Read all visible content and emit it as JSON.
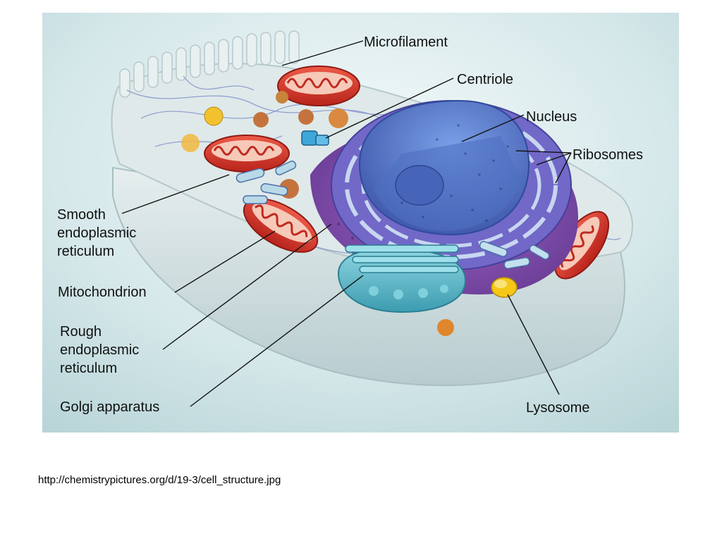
{
  "labels": {
    "microfilament": "Microfilament",
    "centriole": "Centriole",
    "nucleus": "Nucleus",
    "ribosomes": "Ribosomes",
    "smooth_er": [
      "Smooth",
      "endoplasmic",
      "reticulum"
    ],
    "mitochondrion": "Mitochondrion",
    "rough_er": [
      "Rough",
      "endoplasmic",
      "reticulum"
    ],
    "golgi": "Golgi apparatus",
    "lysosome": "Lysosome"
  },
  "caption": "http://chemistrypictures.org/d/19-3/cell_structure.jpg",
  "colors": {
    "background": "#cfe4e6",
    "cytoplasm": "#dbe7e8",
    "membrane": "#c7d6d8",
    "nucleus": "#5b78c8",
    "nuclear_envelope": "#6a64c4",
    "mitochondrion": "#d8362c",
    "golgi": "#5fb8c8",
    "lysosome": "#f0c020",
    "rough_er": "#8a4fb0"
  }
}
